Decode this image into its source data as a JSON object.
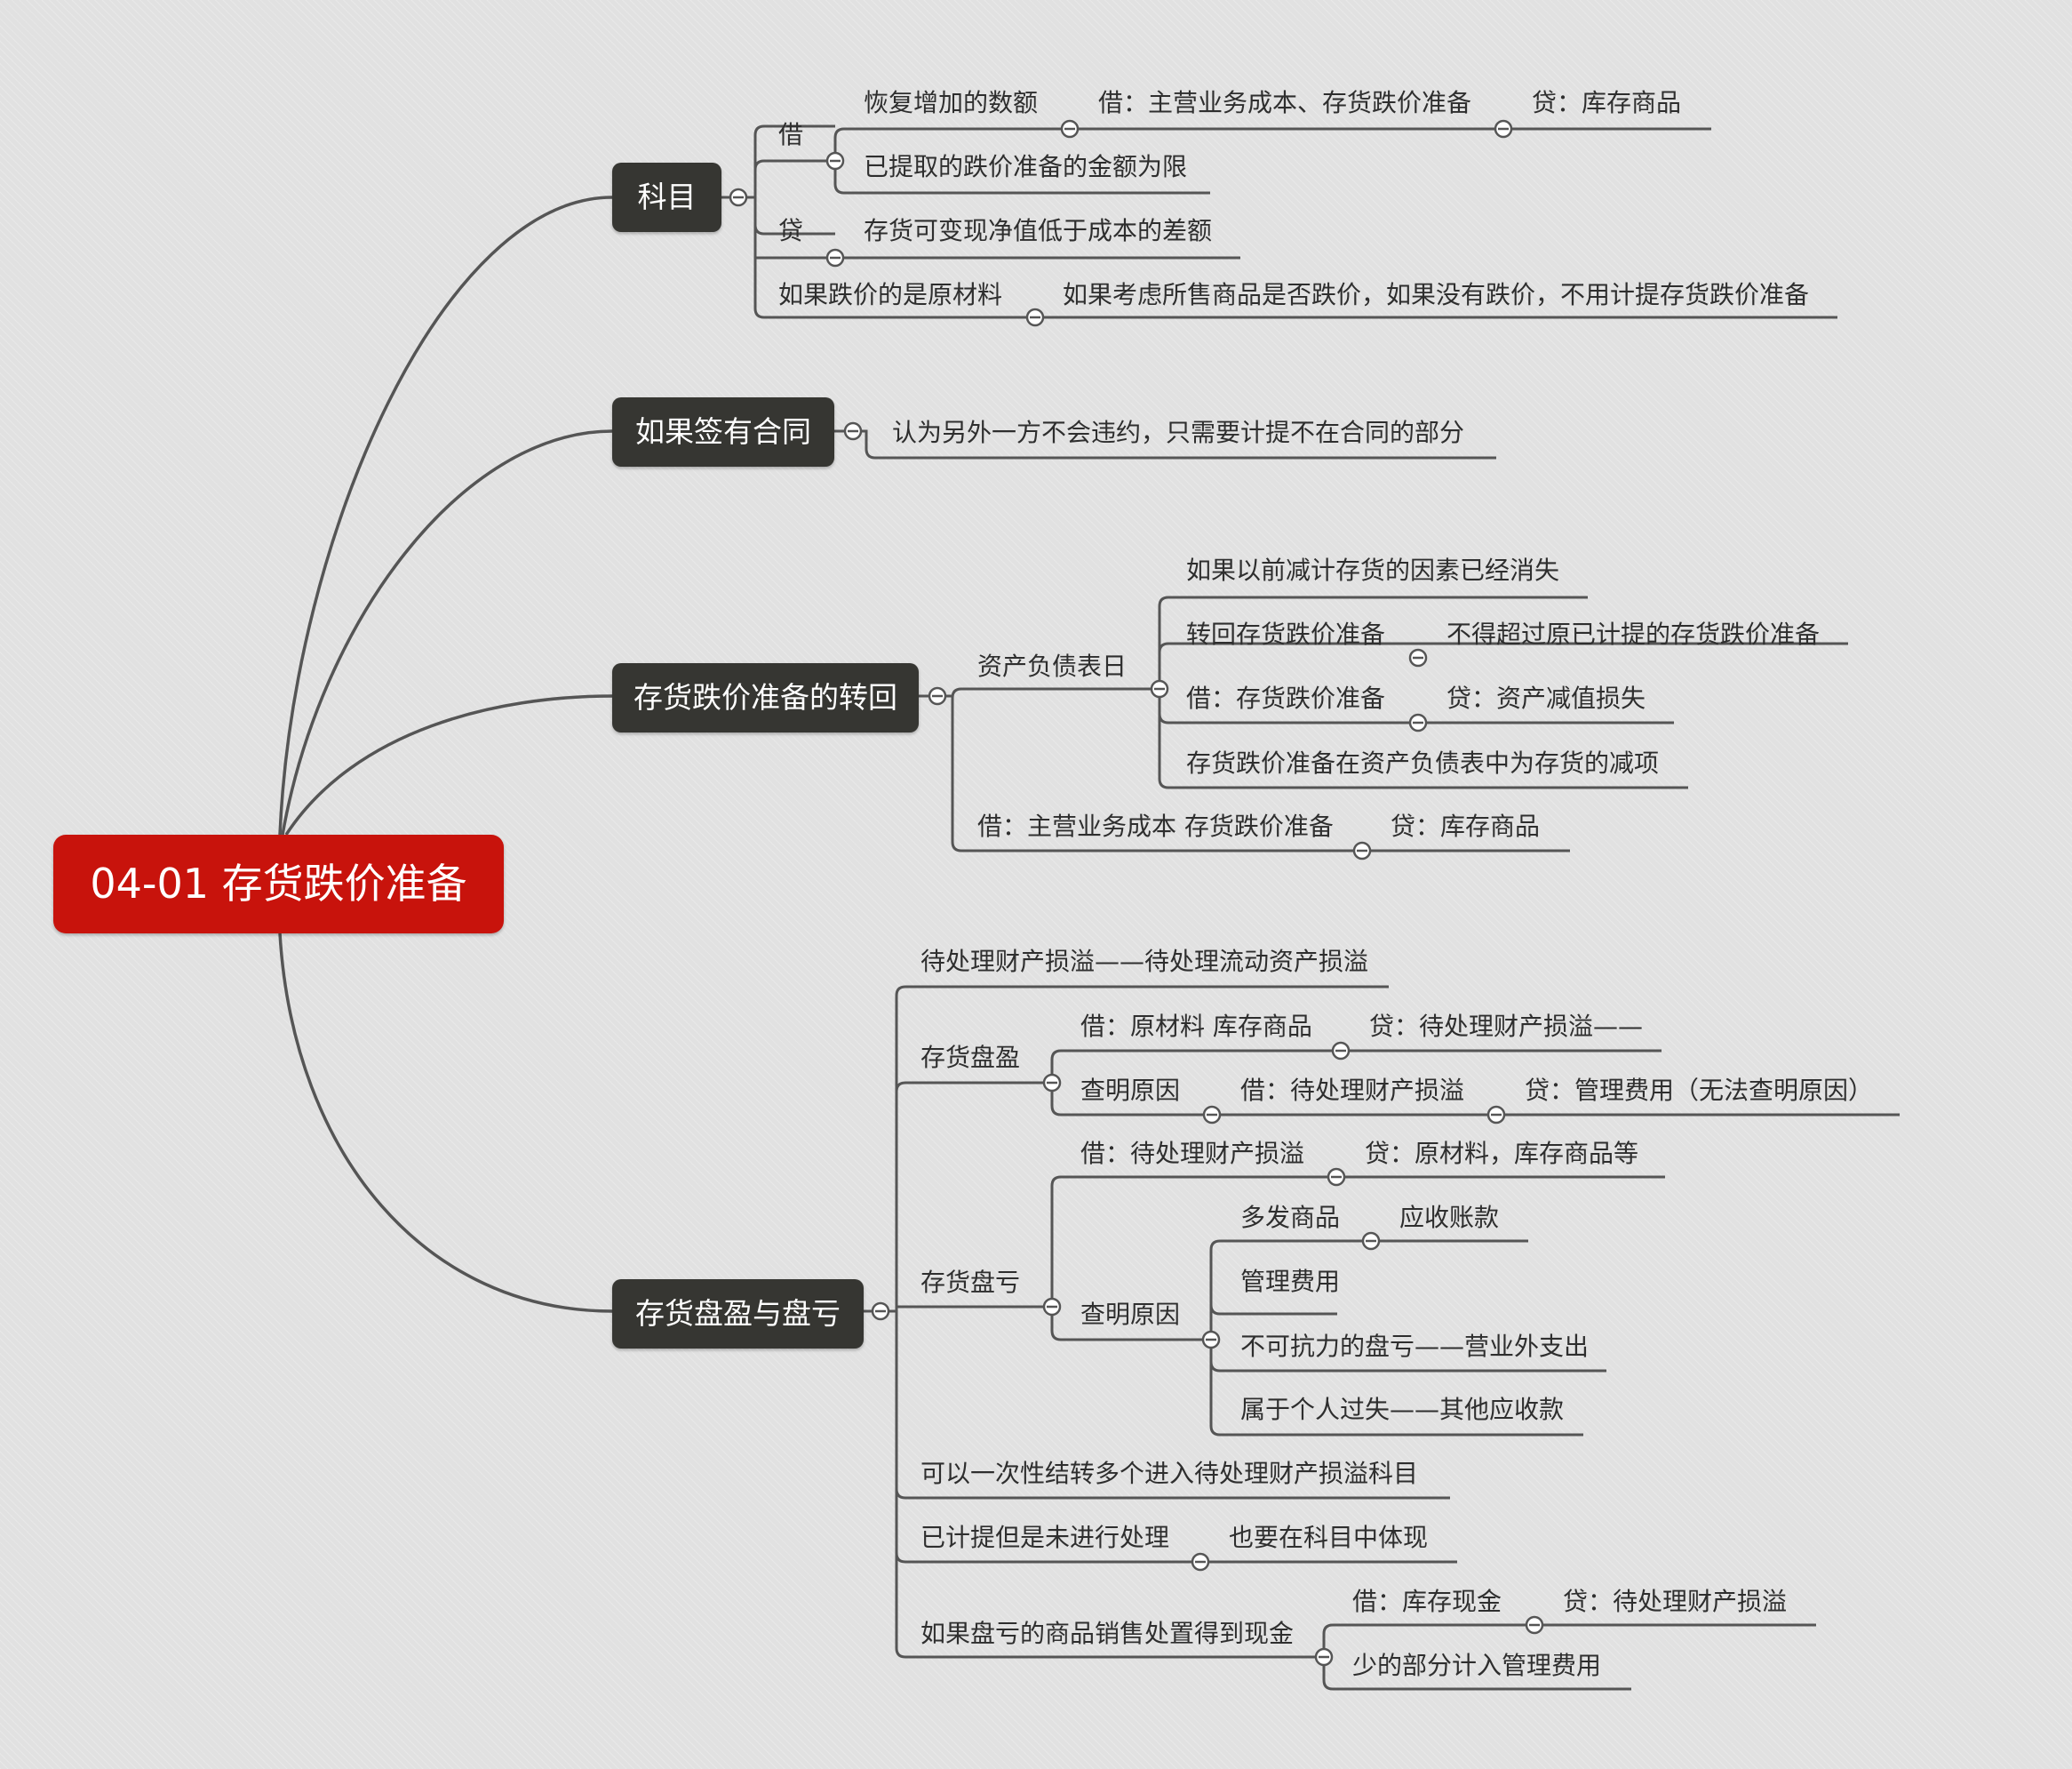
{
  "root": {
    "title": "04-01 存货跌价准备"
  },
  "branches": {
    "kemu": {
      "title": "科目"
    },
    "hetong": {
      "title": "如果签有合同"
    },
    "zhuanhui": {
      "title": "存货跌价准备的转回"
    },
    "panying": {
      "title": "存货盘盈与盘亏"
    }
  },
  "kemu": {
    "jie": "借",
    "jie_1": "恢复增加的数额",
    "jie_1_a": "借：主营业务成本、存货跌价准备",
    "jie_1_b": "贷：库存商品",
    "jie_2": "已提取的跌价准备的金额为限",
    "dai": "贷",
    "dai_1": "存货可变现净值低于成本的差额",
    "yuancailiao": "如果跌价的是原材料",
    "yuancailiao_1": "如果考虑所售商品是否跌价，如果没有跌价，不用计提存货跌价准备"
  },
  "hetong": {
    "item_1": "认为另外一方不会违约，只需要计提不在合同的部分"
  },
  "zhuanhui": {
    "zcfz": "资产负债表日",
    "zcfz_1": "如果以前减计存货的因素已经消失",
    "zcfz_2": "转回存货跌价准备",
    "zcfz_2_a": "不得超过原已计提的存货跌价准备",
    "zcfz_3": "借：存货跌价准备",
    "zcfz_3_a": "贷：资产减值损失",
    "zcfz_4": "存货跌价准备在资产负债表中为存货的减项",
    "jie": "借：主营业务成本 存货跌价准备",
    "jie_a": "贷：库存商品"
  },
  "panying": {
    "item_1": "待处理财产损溢——待处理流动资产损溢",
    "ying": "存货盘盈",
    "ying_1": "借：原材料 库存商品",
    "ying_1_a": "贷：待处理财产损溢——",
    "ying_2": "查明原因",
    "ying_2_a": "借：待处理财产损溢",
    "ying_2_b": "贷：管理费用（无法查明原因）",
    "kui": "存货盘亏",
    "kui_1": "借：待处理财产损溢",
    "kui_1_a": "贷：原材料，库存商品等",
    "kui_2": "查明原因",
    "kui_2_1": "多发商品",
    "kui_2_1_a": "应收账款",
    "kui_2_2": "管理费用",
    "kui_2_3": "不可抗力的盘亏——营业外支出",
    "kui_2_4": "属于个人过失——其他应收款",
    "item_4": "可以一次性结转多个进入待处理财产损溢科目",
    "item_5": "已计提但是未进行处理",
    "item_5_a": "也要在科目中体现",
    "item_6": "如果盘亏的商品销售处置得到现金",
    "item_6_1": "借：库存现金",
    "item_6_1_a": "贷：待处理财产损溢",
    "item_6_2": "少的部分计入管理费用"
  }
}
